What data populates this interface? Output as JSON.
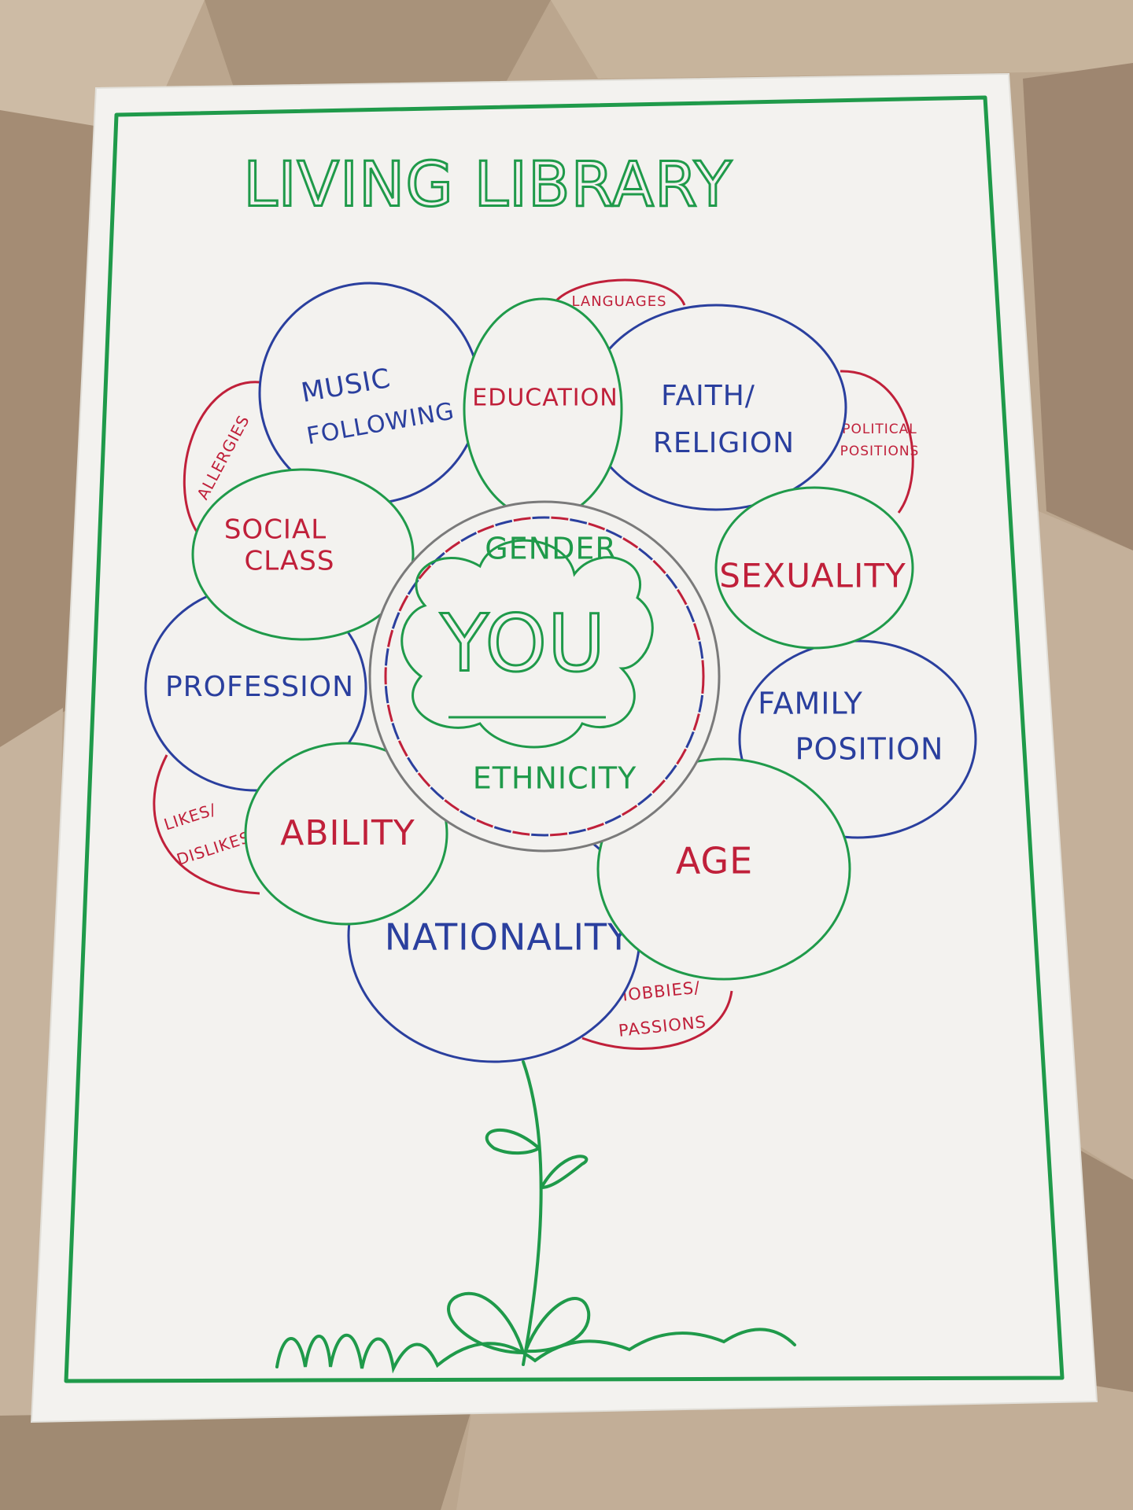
{
  "title": "LIVING LIBRARY",
  "center": {
    "label": "YOU",
    "top_label": "GENDER",
    "bottom_label": "ETHNICITY"
  },
  "petals": {
    "music": [
      "MUSIC",
      "FOLLOWING"
    ],
    "education": "EDUCATION",
    "faith": [
      "FAITH/",
      "RELIGION"
    ],
    "sexuality": "SEXUALITY",
    "family": [
      "FAMILY",
      "POSITION"
    ],
    "age": "AGE",
    "nationality": "NATIONALITY",
    "ability": "ABILITY",
    "profession": "PROFESSION",
    "social_class": [
      "SOCIAL",
      "CLASS"
    ]
  },
  "small_petals": {
    "languages": "LANGUAGES",
    "political": [
      "POLITICAL",
      "POSITIONS"
    ],
    "allergies": "ALLERGIES",
    "likes": [
      "LIKES/",
      "DISLIKES"
    ],
    "hobbies": [
      "HOBBIES/",
      "PASSIONS"
    ]
  },
  "colors": {
    "green": "#1f9a4a",
    "blue": "#2a3f9e",
    "red": "#c0203a",
    "paper": "#f3f2ef",
    "floor": "#b9a58d"
  }
}
